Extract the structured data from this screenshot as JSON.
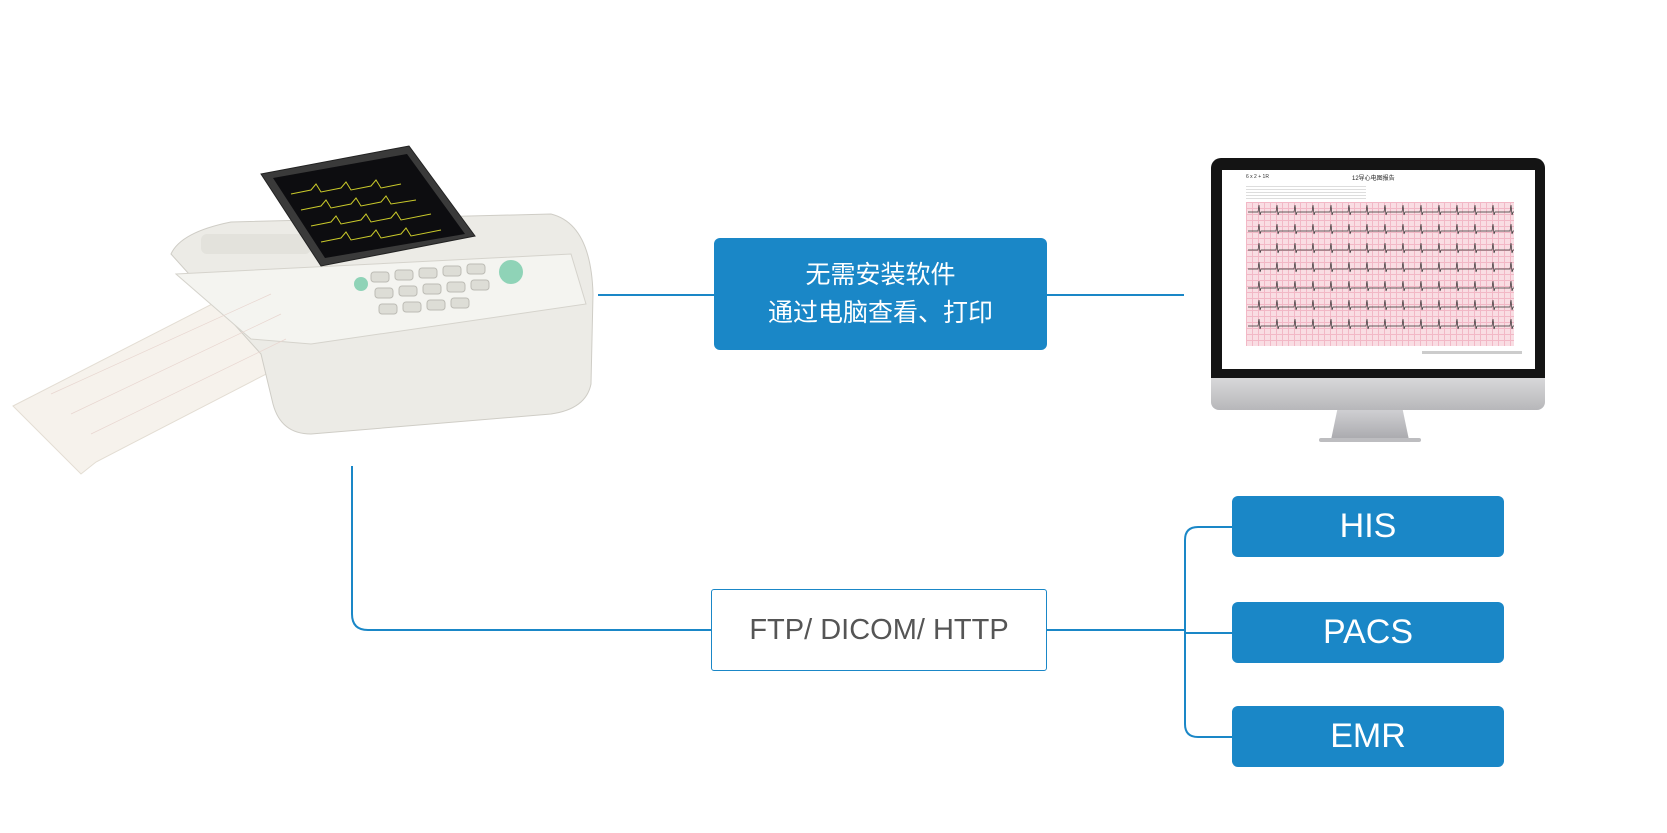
{
  "center_box": {
    "line1": "无需安装软件",
    "line2": "通过电脑查看、打印"
  },
  "protocol_box": {
    "label": "FTP/ DICOM/ HTTP"
  },
  "systems": [
    {
      "label": "HIS"
    },
    {
      "label": "PACS"
    },
    {
      "label": "EMR"
    }
  ],
  "monitor_report": {
    "title": "12导心电图报告",
    "layout": "6 x 2 + 1R"
  },
  "colors": {
    "accent": "#1a87c7",
    "ecg_paper": "#f9dde3",
    "monitor_bezel": "#141414"
  }
}
